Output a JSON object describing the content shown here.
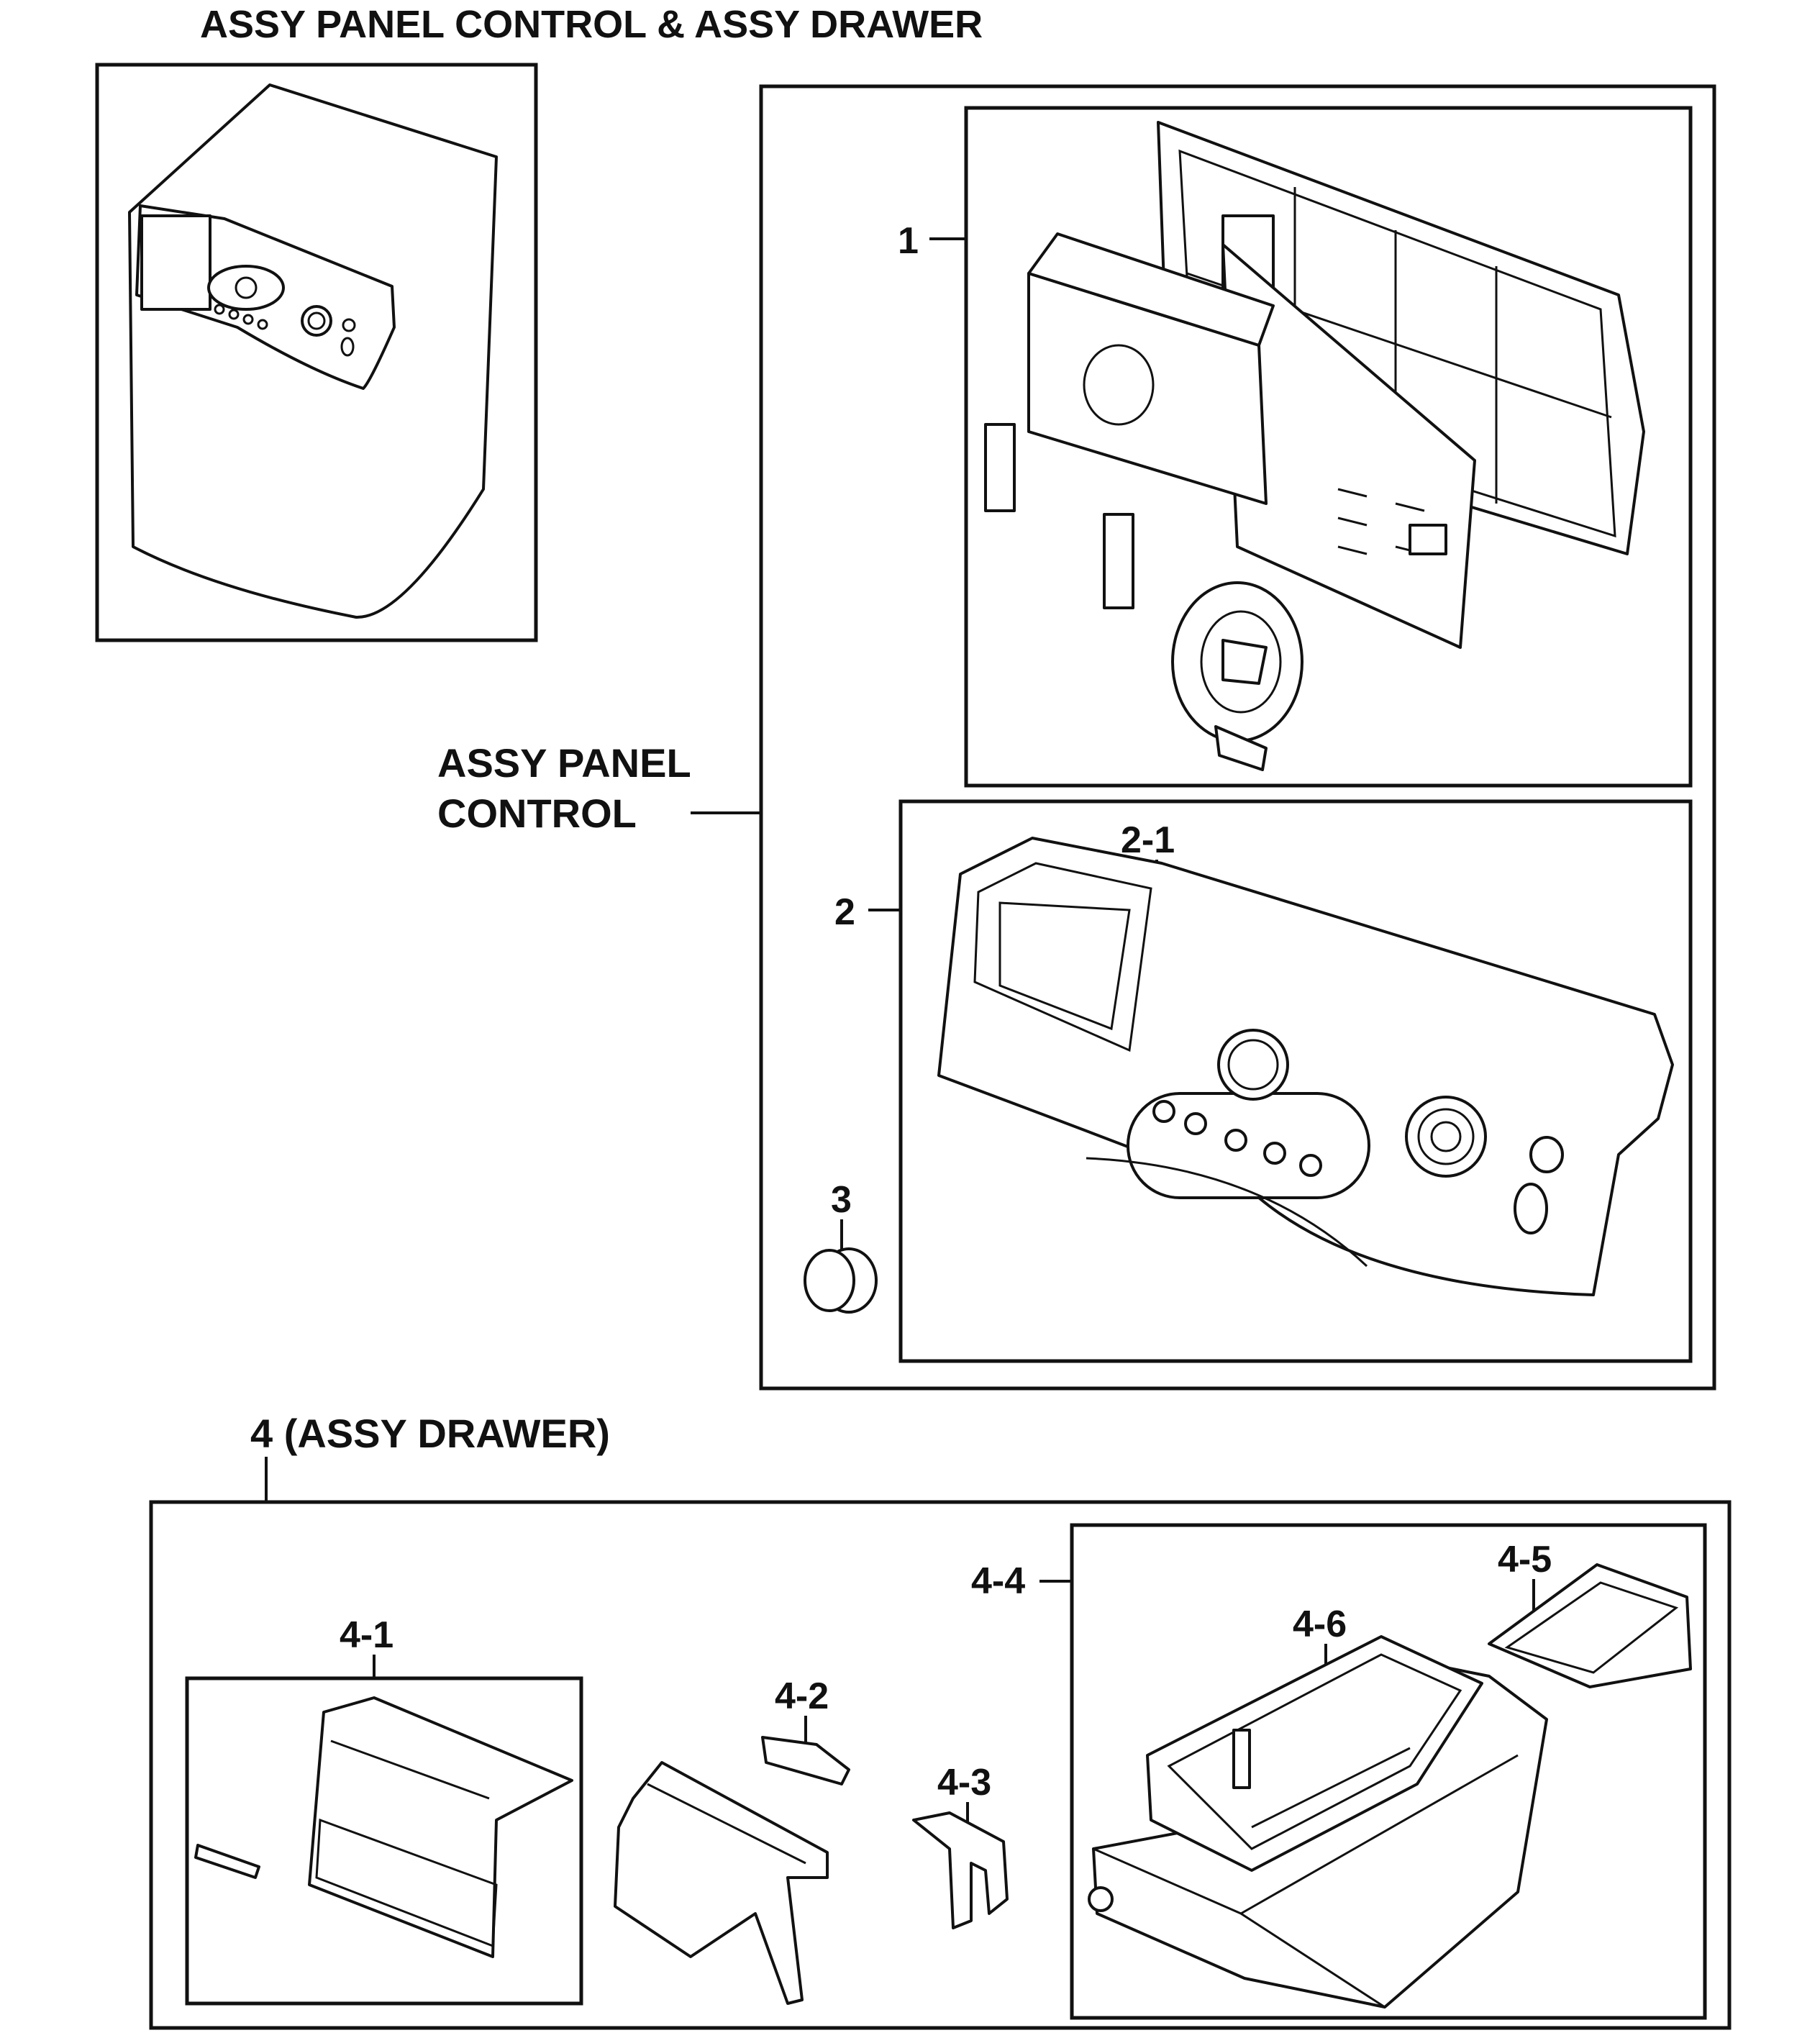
{
  "title": "ASSY PANEL CONTROL & ASSY DRAWER",
  "panel_control_label_line1": "ASSY PANEL",
  "panel_control_label_line2": "CONTROL",
  "drawer_label": "4 (ASSY DRAWER)",
  "callouts": {
    "p1": "1",
    "p2": "2",
    "p2_1": "2-1",
    "p3": "3",
    "p4_1": "4-1",
    "p4_2": "4-2",
    "p4_3": "4-3",
    "p4_4": "4-4",
    "p4_5": "4-5",
    "p4_6": "4-6"
  },
  "part_icons": {
    "overview": "washer-overview-icon",
    "p1": "control-pcb-assembly-icon",
    "p2": "control-panel-icon",
    "p3": "knob-icon",
    "p4_1": "drawer-handle-icon",
    "p4_2": "drawer-clip-icon",
    "p4_3": "siphon-cap-icon",
    "p4_4": "drawer-housing-icon",
    "p4_5": "softener-cup-icon",
    "p4_6": "detergent-drawer-icon"
  },
  "colors": {
    "line": "#111111",
    "background": "#ffffff"
  }
}
